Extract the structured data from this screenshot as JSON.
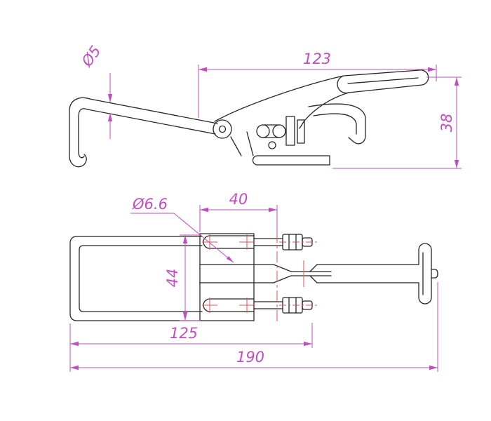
{
  "dimensions": {
    "wire_diameter": "Ø5",
    "lever_length": "123",
    "height": "38",
    "hole_diameter": "Ø6.6",
    "hole_spacing": "40",
    "body_width": "44",
    "base_length": "125",
    "overall_length": "190"
  },
  "colors": {
    "geometry": "#262626",
    "dimension": "#c04ec0",
    "centerline": "#e35050",
    "background": "#ffffff"
  }
}
